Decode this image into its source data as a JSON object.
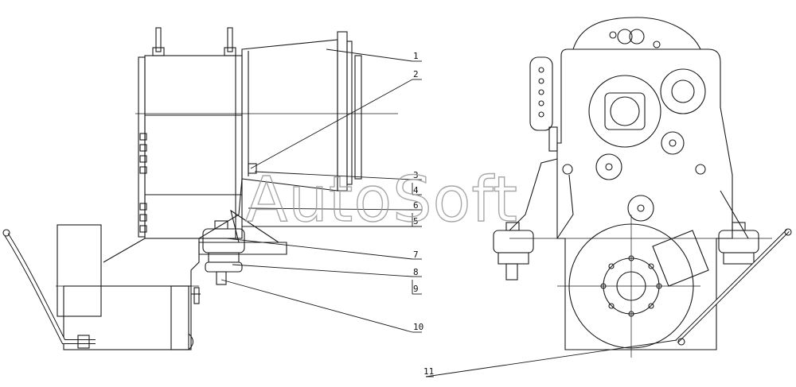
{
  "watermark": "AutoSoft",
  "callouts": [
    "1",
    "2",
    "3",
    "4",
    "6",
    "5",
    "7",
    "8",
    "9",
    "10",
    "11"
  ],
  "colors": {
    "line": "#1a1a1a",
    "watermark": "#9a9a9a",
    "background": "#ffffff"
  }
}
